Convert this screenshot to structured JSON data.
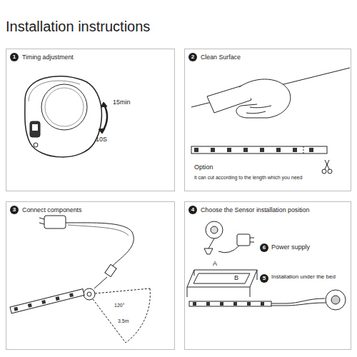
{
  "diagram": {
    "title": "Installation instructions",
    "nodes": [
      {
        "text": [
          "Timing adjustment"
        ]
      },
      {
        "text": [
          "Clean Surface"
        ]
      },
      {
        "text": [
          "Connect components"
        ]
      },
      {
        "text": [
          "Choose the Sensor installation position"
        ]
      }
    ],
    "labels": [
      "1",
      "15min",
      "10S",
      "2",
      "Option",
      "it can cut according to the length which you need",
      "3",
      "120°",
      "3.5m",
      "4",
      "A",
      "6",
      "Power supply",
      "B",
      "5",
      "Installation under the bed"
    ]
  }
}
